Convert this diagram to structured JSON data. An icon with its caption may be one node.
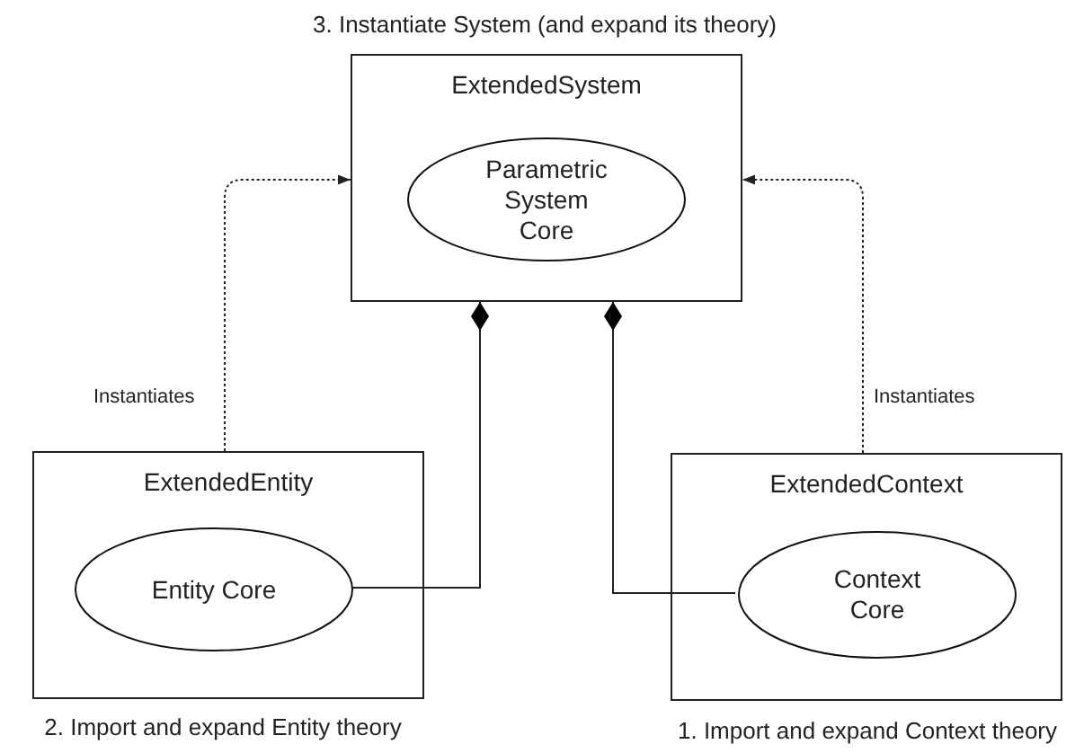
{
  "diagram": {
    "nodes": [
      {
        "text": [
          "ExtendedSystem"
        ],
        "beside": [
          "3. Instantiate System (and expand its theory)"
        ]
      },
      {
        "text": [
          "Parametric System Core"
        ],
        "in": 0
      },
      {
        "text": [
          "ExtendedEntity"
        ],
        "beside": [
          "2. Import and expand Entity theory"
        ]
      },
      {
        "text": [
          "Entity Core"
        ],
        "in": 2
      },
      {
        "text": [
          "ExtendedContext"
        ],
        "beside": [
          "1. Import and expand Context theory"
        ]
      },
      {
        "text": [
          "Context Core"
        ],
        "in": 4
      }
    ],
    "edges": [
      {
        "from": 2,
        "to": 0,
        "arrow": "to",
        "label": "Instantiates",
        "style": "dashed"
      },
      {
        "from": 3,
        "to": 0,
        "arrow": "other"
      },
      {
        "from": 5,
        "to": 0,
        "arrow": "other"
      },
      {
        "from": 4,
        "to": 0,
        "arrow": "to",
        "label": "Instantiates",
        "style": "dashed"
      }
    ]
  }
}
